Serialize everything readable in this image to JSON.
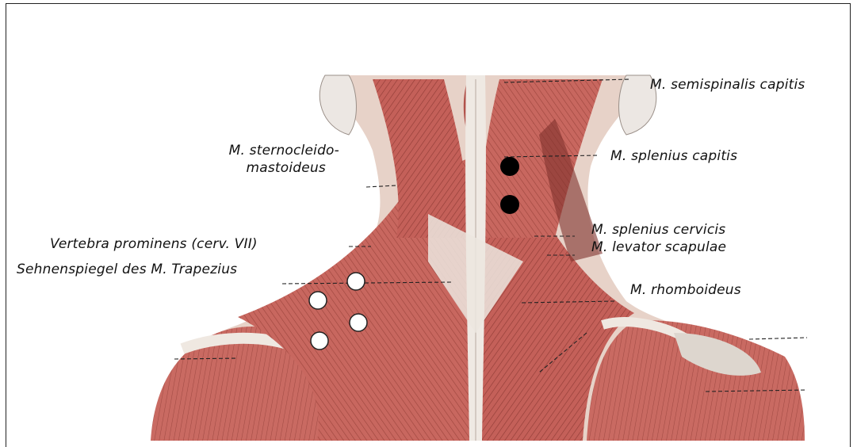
{
  "labels": {
    "semispinalis": "M. semispinalis capitis",
    "splenius_capitis": "M. splenius capitis",
    "splenius_cervicis": "M. splenius cervicis",
    "levator": "M. levator scapulae",
    "rhomboideus": "M. rhomboideus",
    "scm_line1": "M. sternocleido-",
    "scm_line2": "mastoideus",
    "vertebra": "Vertebra prominens (cerv. VII)",
    "sehnenspiegel": "Sehnenspiegel des M. Trapezius"
  },
  "colors": {
    "muscle": "#c8675f",
    "muscle_dark": "#8e3a34",
    "tendon": "#ece6df",
    "skin_bg": "#e9d7cf",
    "marker_filled": "#000000",
    "marker_open": "#ffffff"
  },
  "markers": {
    "filled_count": 2,
    "open_count": 4
  }
}
